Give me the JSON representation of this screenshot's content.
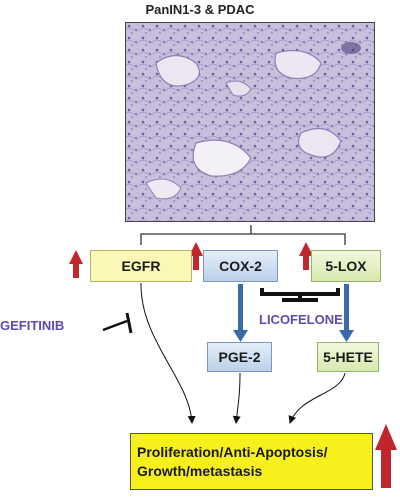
{
  "title": "PanIN1-3 & PDAC",
  "nodes": {
    "egfr": "EGFR",
    "cox2": "COX-2",
    "lox5": "5-LOX",
    "pge2": "PGE-2",
    "hete5": "5-HETE",
    "outcome_line1": "Proliferation/Anti-Apoptosis/",
    "outcome_line2": "Growth/metastasis"
  },
  "drugs": {
    "gefitinib": "GEFITINIB",
    "licofelone": "LICOFELONE"
  },
  "colors": {
    "up_arrow": "#c0262b",
    "down_arrow": "#3a6aa8",
    "drug_text": "#5d4bb0",
    "outcome_fill": "#f7f01d"
  }
}
